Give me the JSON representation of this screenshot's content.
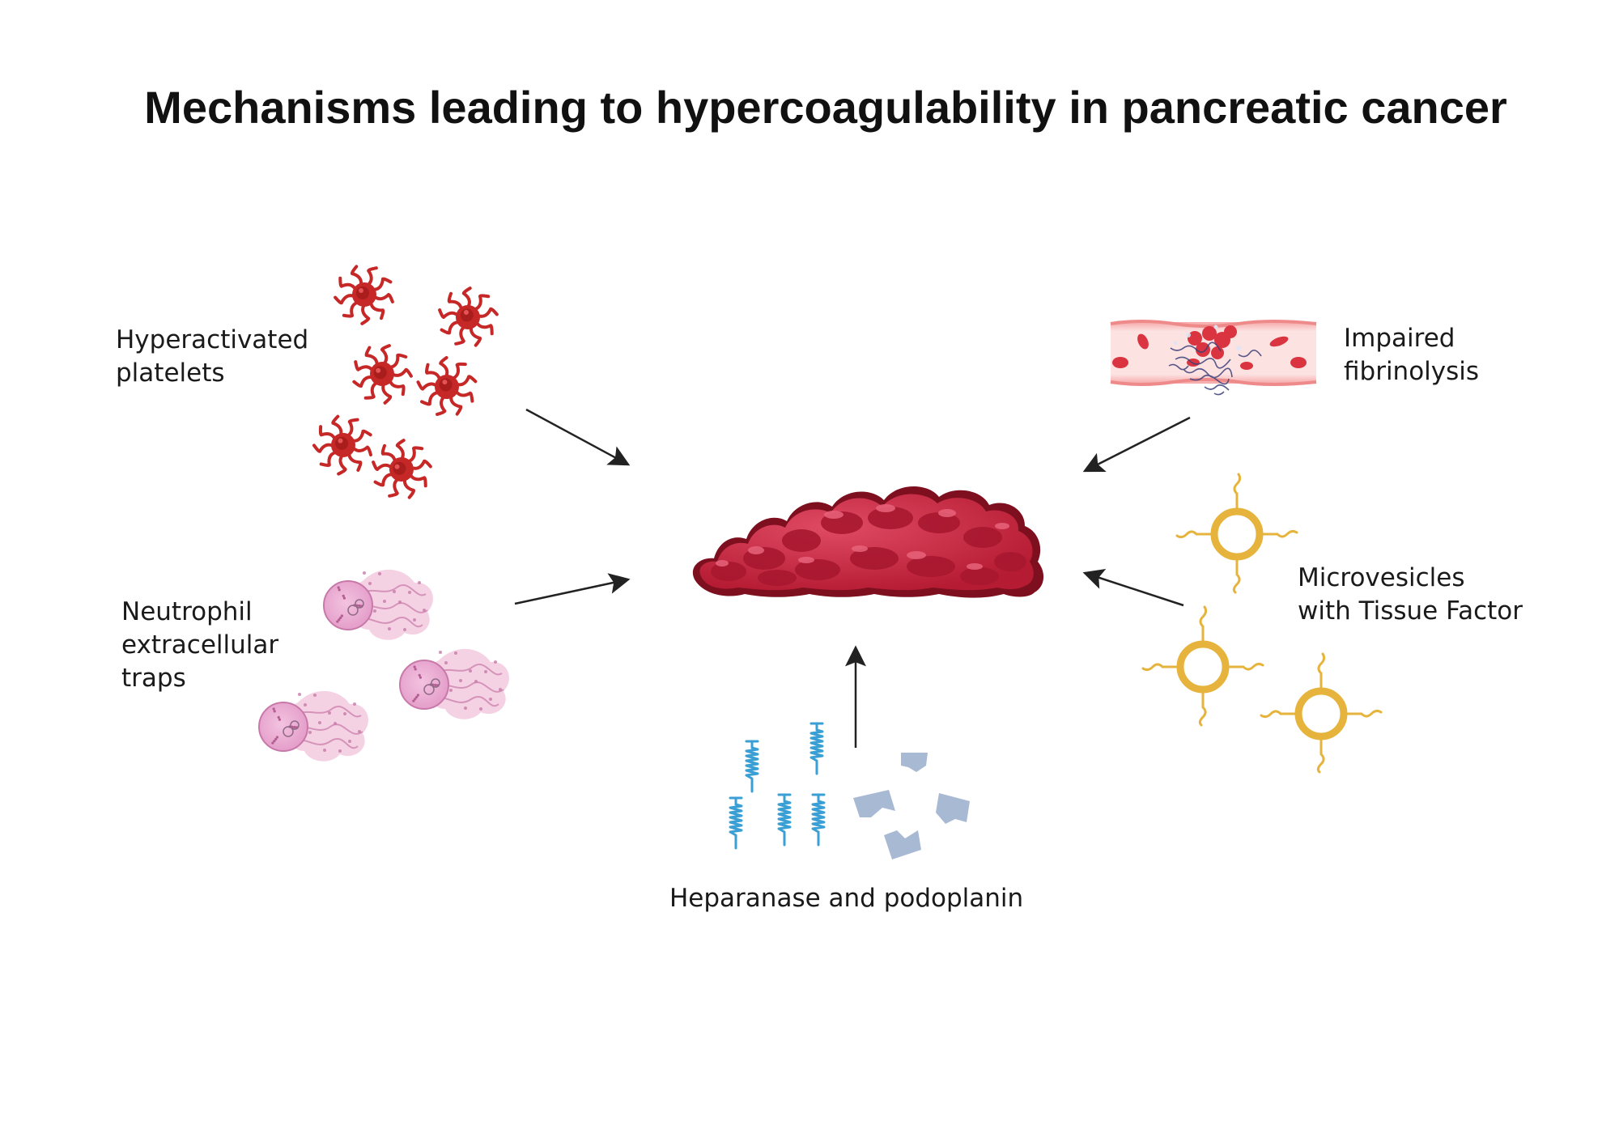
{
  "title": "Mechanisms leading to hypercoagulability in pancreatic cancer",
  "labels": {
    "platelets": [
      "Hyperactivated",
      "platelets"
    ],
    "nets": [
      "Neutrophil",
      "extracellular",
      "traps"
    ],
    "heparanase": [
      "Heparanase and podoplanin"
    ],
    "fibrinolysis": [
      "Impaired",
      "fibrinolysis"
    ],
    "microvesicles": [
      "Microvesicles",
      "with Tissue Factor"
    ]
  },
  "colors": {
    "clot": "#c2213a",
    "clot_dark": "#7d0f1f",
    "platelet": "#c62828",
    "neutrophil": "#e9a9cf",
    "heparanase": "#3a9fd4",
    "podoplanin": "#a8b9d4",
    "vesicle": "#e6b43c",
    "arrow": "#222222"
  },
  "icons": [
    "blood-clot-icon",
    "platelet-icon",
    "neutrophil-trap-icon",
    "heparanase-icon",
    "podoplanin-icon",
    "blood-vessel-icon",
    "microvesicle-icon",
    "arrow-icon"
  ]
}
